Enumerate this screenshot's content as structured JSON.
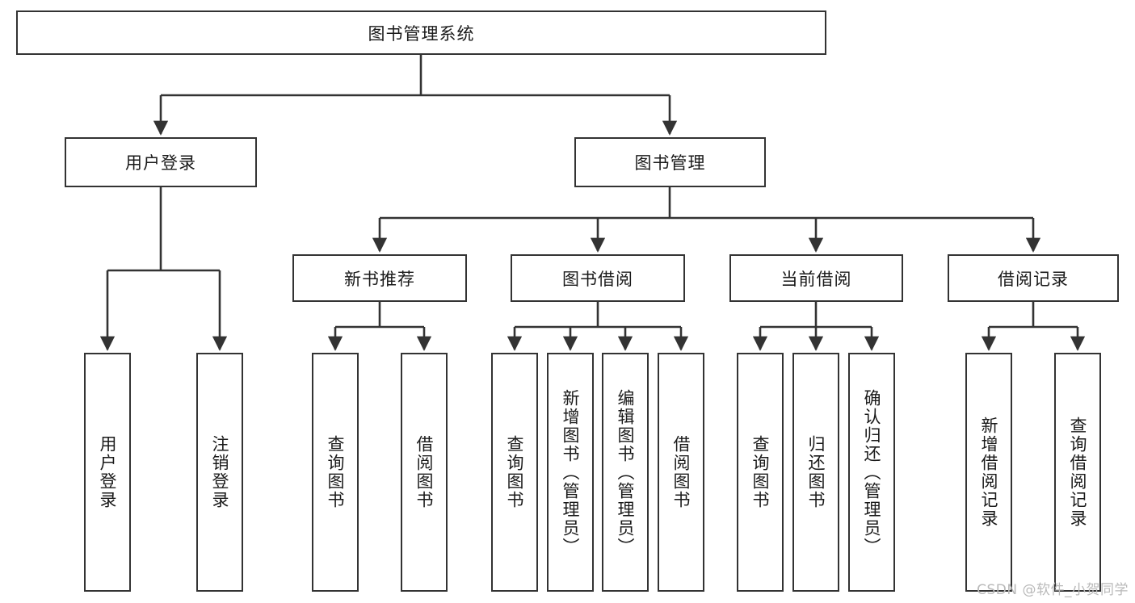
{
  "diagram": {
    "type": "tree-hierarchy",
    "title": "图书管理系统",
    "root": {
      "label": "图书管理系统"
    },
    "level2": [
      {
        "id": "user-login",
        "label": "用户登录"
      },
      {
        "id": "book-manage",
        "label": "图书管理"
      }
    ],
    "level3": [
      {
        "id": "new-book-recommend",
        "label": "新书推荐",
        "parent": "book-manage"
      },
      {
        "id": "book-borrow",
        "label": "图书借阅",
        "parent": "book-manage"
      },
      {
        "id": "current-borrow",
        "label": "当前借阅",
        "parent": "book-manage"
      },
      {
        "id": "borrow-record",
        "label": "借阅记录",
        "parent": "book-manage"
      }
    ],
    "leaves": [
      {
        "id": "leaf-user-login",
        "label": "用户登录",
        "parent": "user-login"
      },
      {
        "id": "leaf-logout-login",
        "label": "注销登录",
        "parent": "user-login"
      },
      {
        "id": "leaf-query-book-1",
        "label": "查询图书",
        "parent": "new-book-recommend"
      },
      {
        "id": "leaf-borrow-book-1",
        "label": "借阅图书",
        "parent": "new-book-recommend"
      },
      {
        "id": "leaf-query-book-2",
        "label": "查询图书",
        "parent": "book-borrow"
      },
      {
        "id": "leaf-add-book",
        "label": "新增图书（管理员）",
        "parent": "book-borrow"
      },
      {
        "id": "leaf-edit-book",
        "label": "编辑图书（管理员）",
        "parent": "book-borrow"
      },
      {
        "id": "leaf-borrow-book-2",
        "label": "借阅图书",
        "parent": "book-borrow"
      },
      {
        "id": "leaf-query-book-3",
        "label": "查询图书",
        "parent": "current-borrow"
      },
      {
        "id": "leaf-return-book",
        "label": "归还图书",
        "parent": "current-borrow"
      },
      {
        "id": "leaf-confirm-return",
        "label": "确认归还（管理员）",
        "parent": "current-borrow"
      },
      {
        "id": "leaf-add-record",
        "label": "新增借阅记录",
        "parent": "borrow-record"
      },
      {
        "id": "leaf-query-record",
        "label": "查询借阅记录",
        "parent": "borrow-record"
      }
    ],
    "watermark": "CSDN @软件_小贺同学",
    "colors": {
      "stroke": "#333333",
      "fill": "#ffffff",
      "text": "#1a1a1a",
      "watermark": "#b9b9b9"
    }
  }
}
